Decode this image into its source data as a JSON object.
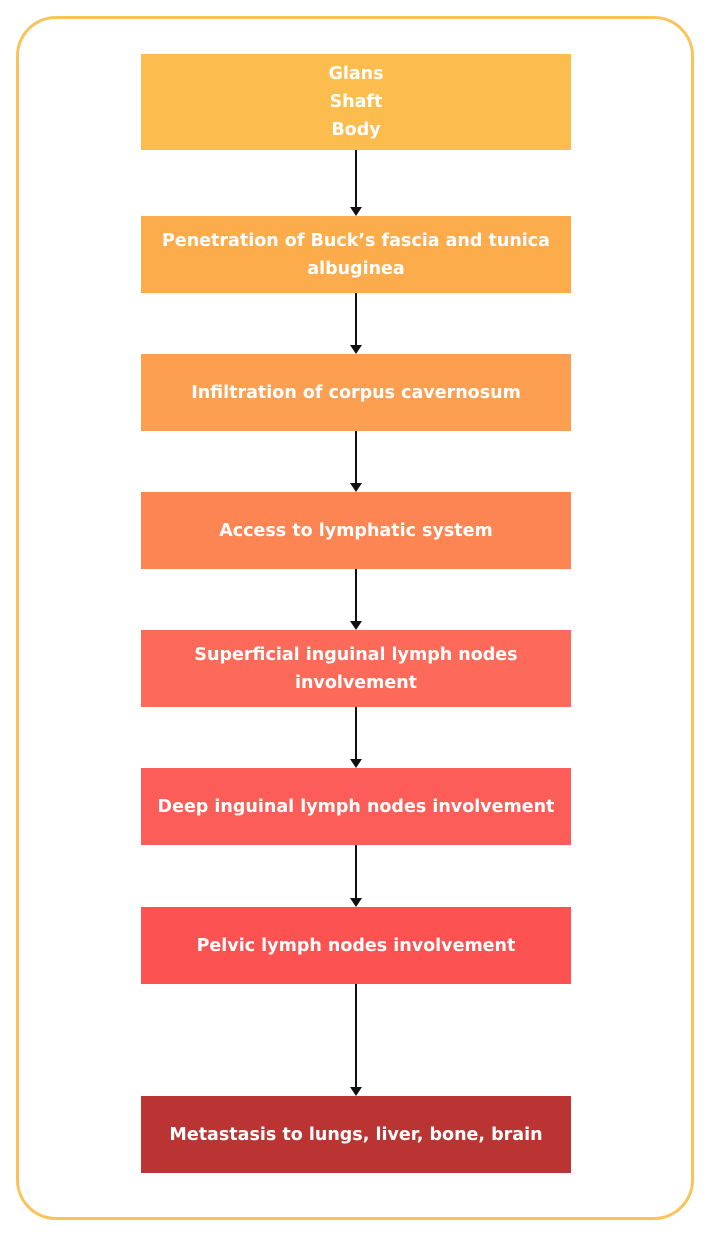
{
  "diagram": {
    "steps": [
      {
        "lines": [
          "Glans",
          "Shaft",
          "Body"
        ],
        "color": "#fdbd4e"
      },
      {
        "text": "Penetration of Buck’s fascia and tunica albuginea",
        "color": "#fdac4b"
      },
      {
        "text": "Infiltration of corpus cavernosum",
        "color": "#fd9f50"
      },
      {
        "text": "Access to lymphatic system",
        "color": "#fd8554"
      },
      {
        "text": "Superficial inguinal lymph nodes involvement",
        "color": "#fd6a59"
      },
      {
        "text": "Deep inguinal lymph nodes involvement",
        "color": "#fd5d58"
      },
      {
        "text": "Pelvic lymph nodes involvement",
        "color": "#fd5252"
      },
      {
        "text": "Metastasis to lungs, liver, bone, brain",
        "color": "#ba3434"
      }
    ]
  }
}
